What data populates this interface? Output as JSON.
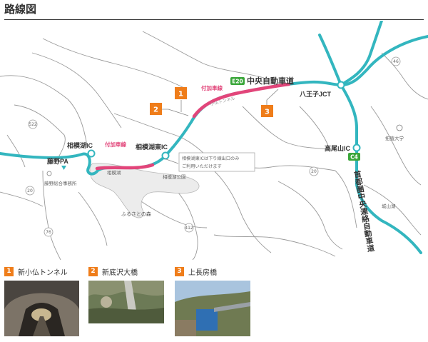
{
  "page_title": "路線図",
  "colors": {
    "route": "#33b6bf",
    "added_lane": "#e2457a",
    "marker": "#ef7d1a",
    "expressway_badge": "#3aa63a"
  },
  "map": {
    "road_name": "中央自動車道",
    "road_badge": "E20",
    "ken_badge": "C4",
    "ken_name": "首都圏中央連絡自動車道",
    "added_lane_label": "付加車線",
    "tunnel_label": "小仏トンネル",
    "interchanges": {
      "sagamiko": "相模湖IC",
      "sagamiko_east": "相模湖東IC",
      "hachioji_jct": "八王子JCT",
      "takaosan": "高尾山IC",
      "fujino_pa": "藤野PA"
    },
    "places": {
      "fujino_office": "藤野総合事務所",
      "sagamiko_lake": "相模湖",
      "sagamiko_park": "相模湖公園",
      "furusato_forest": "ふるさとの森",
      "takushoku_univ": "拓殖大学",
      "shiroyamako": "城山湖"
    },
    "route_numbers": [
      "522",
      "20",
      "46",
      "76",
      "20",
      "412"
    ],
    "note": "相模湖東ICは下り線出口のみ\nご利用いただけます",
    "markers": [
      "1",
      "2",
      "3"
    ]
  },
  "photos": [
    {
      "num": "1",
      "caption": "新小仏トンネル"
    },
    {
      "num": "2",
      "caption": "新底沢大橋"
    },
    {
      "num": "3",
      "caption": "上長房橋"
    }
  ]
}
